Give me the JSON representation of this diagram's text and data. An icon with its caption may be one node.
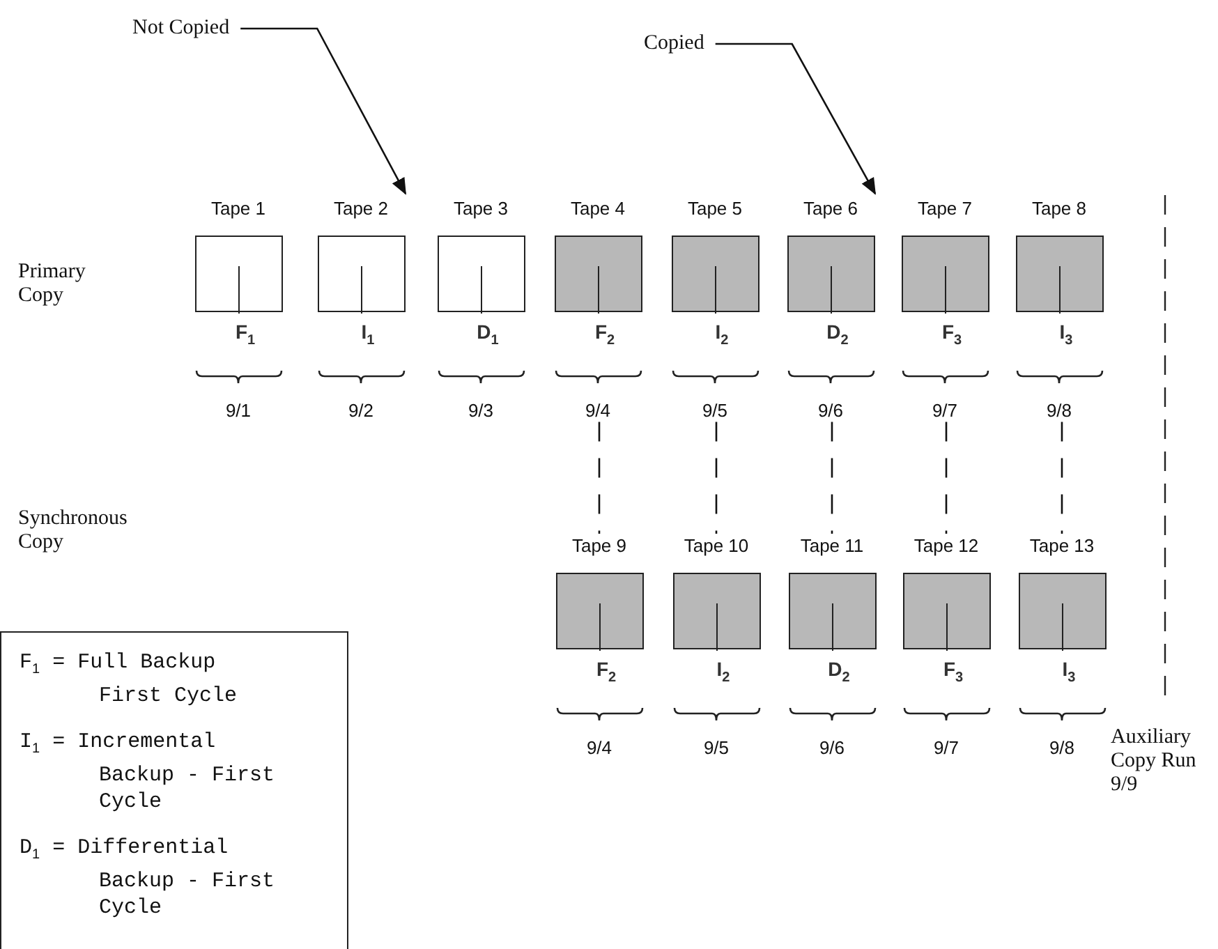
{
  "diagram": {
    "nodes": [
      {
        "text": [
          "Not Copied"
        ]
      },
      {
        "text": [
          "Copied"
        ]
      },
      {
        "text": [
          "Tape 1",
          "F$_{1}$"
        ],
        "beside": [
          "9/1"
        ]
      },
      {
        "text": [
          "Tape 2",
          "I$_{1}$"
        ],
        "beside": [
          "9/2"
        ]
      },
      {
        "text": [
          "Tape 3",
          "D$_{1}$"
        ],
        "beside": [
          "9/3"
        ]
      },
      {
        "text": [
          "Tape 4",
          "F$_{2}$"
        ],
        "beside": [
          "9/4"
        ]
      },
      {
        "text": [
          "Tape 5",
          "I$_{2}$"
        ],
        "beside": [
          "9/5"
        ]
      },
      {
        "text": [
          "Tape 6",
          "D$_{2}$"
        ],
        "beside": [
          "9/6"
        ]
      },
      {
        "text": [
          "Tape 7",
          "F$_{3}$"
        ],
        "beside": [
          "9/7"
        ]
      },
      {
        "text": [
          "Tape 8",
          "I$_{3}$"
        ],
        "beside": [
          "9/8"
        ]
      },
      {
        "text": [
          "Tape 9",
          "F$_{2}$"
        ],
        "beside": [
          "9/4"
        ]
      },
      {
        "text": [
          "Tape 10",
          "I$_{2}$"
        ],
        "beside": [
          "9/5"
        ]
      },
      {
        "text": [
          "Tape 11",
          "D$_{2}$"
        ],
        "beside": [
          "9/6"
        ]
      },
      {
        "text": [
          "Tape 12",
          "F$_{3}$"
        ],
        "beside": [
          "9/7"
        ]
      },
      {
        "text": [
          "Tape 13",
          "I$_{3}$"
        ],
        "beside": [
          "9/8"
        ]
      },
      {
        "text": [
          "F$_{1}$ = Full Backup First Cycle",
          "I$_{1}$ = Incremental Backup - First Cycle",
          "D$_{1}$ = Differential Backup - First Cycle"
        ]
      }
    ],
    "edges": [
      {
        "from": 0,
        "to": 3,
        "arrow": "to"
      },
      {
        "from": 1,
        "to": 7,
        "arrow": "to"
      },
      {
        "from": 5,
        "to": 10,
        "arrow": "none",
        "style": "dashed"
      },
      {
        "from": 6,
        "to": 11,
        "arrow": "none",
        "style": "dashed"
      },
      {
        "from": 7,
        "to": 12,
        "arrow": "none",
        "style": "dashed"
      },
      {
        "from": 8,
        "to": 13,
        "arrow": "none",
        "style": "dashed"
      },
      {
        "from": 9,
        "to": 14,
        "arrow": "none",
        "style": "dashed"
      }
    ],
    "labels": [
      "Primary Copy",
      "Synchronous Copy",
      "Auxiliary Copy Run 9/9"
    ]
  }
}
